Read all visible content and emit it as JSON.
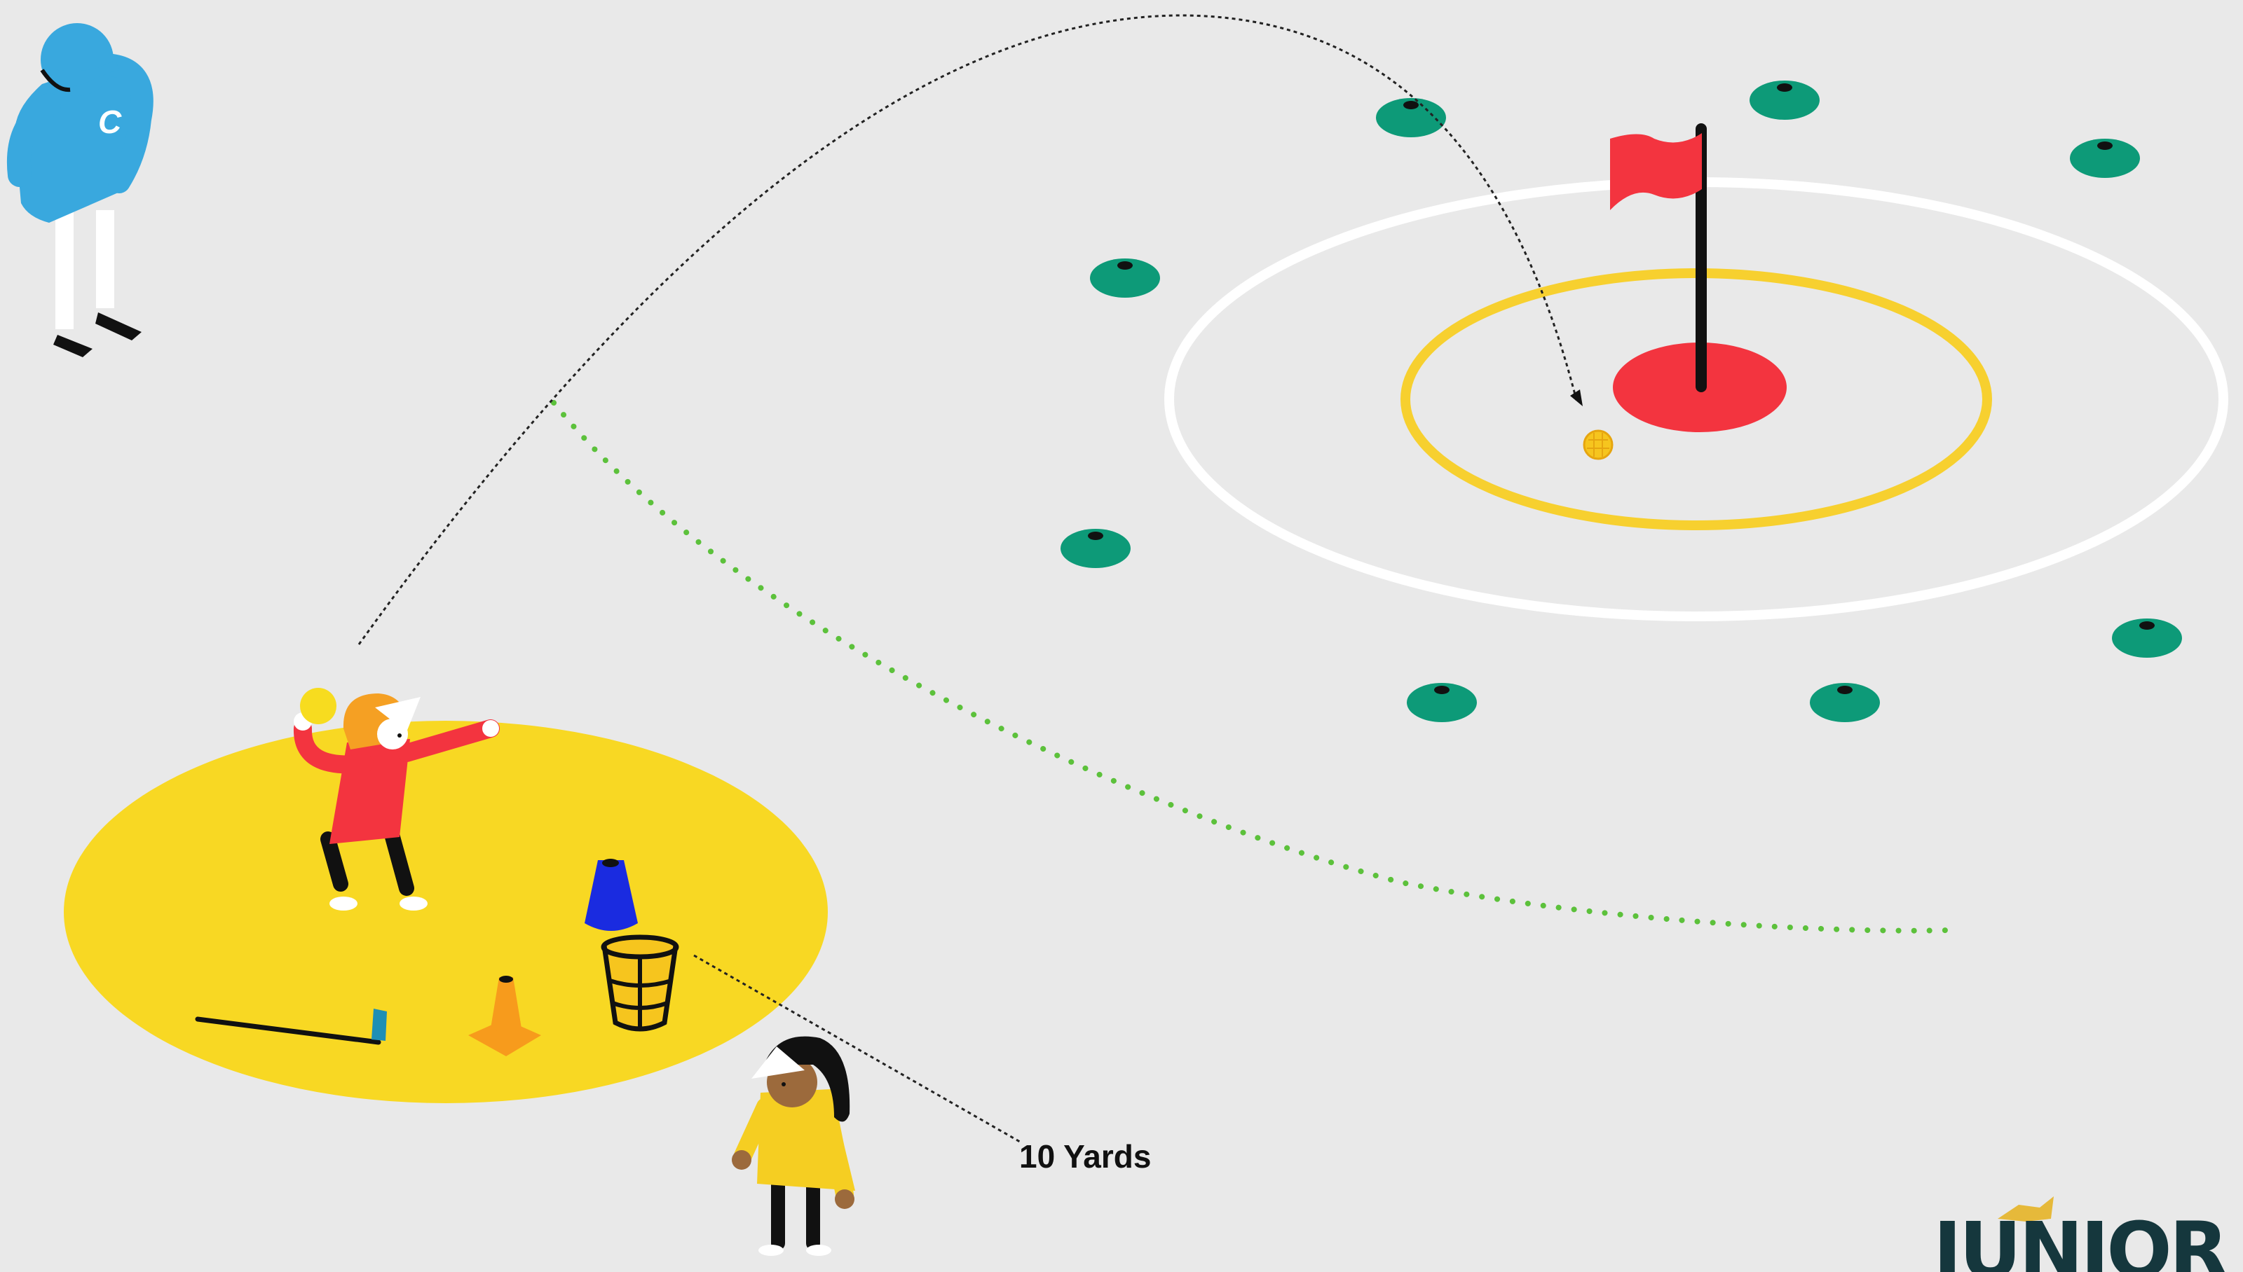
{
  "drill": {
    "distance_label": "10 Yards"
  },
  "logo": {
    "text": "JUNIOR"
  },
  "coach": {
    "shirt_letter": "C"
  },
  "colors": {
    "background": "#e9e9e9",
    "throw_zone": "#f8d823",
    "flag": "#f3343f",
    "hole_marker": "#f3343f",
    "inner_ring": "#f7d02f",
    "outer_ring": "#ffffff",
    "marker_cones": "#0d9a78",
    "guide_line": "#5cc13b",
    "coach_shirt": "#39a8de",
    "thrower_shirt": "#f3343f",
    "thrower_hair": "#f5a023",
    "waiting_player_shirt": "#f5ce22",
    "blue_cone": "#1a2be0",
    "orange_cone": "#f79b1c",
    "logo": "#15373d"
  },
  "icons": {
    "coach": "coach-figure-icon",
    "thrower": "thrower-figure-icon",
    "waiting_player": "waiting-player-icon",
    "flag": "flag-icon",
    "ball": "ball-icon",
    "basket": "ball-basket-icon",
    "club": "golf-club-icon",
    "marker_cone": "marker-cone-icon",
    "traffic_cone": "traffic-cone-icon"
  }
}
